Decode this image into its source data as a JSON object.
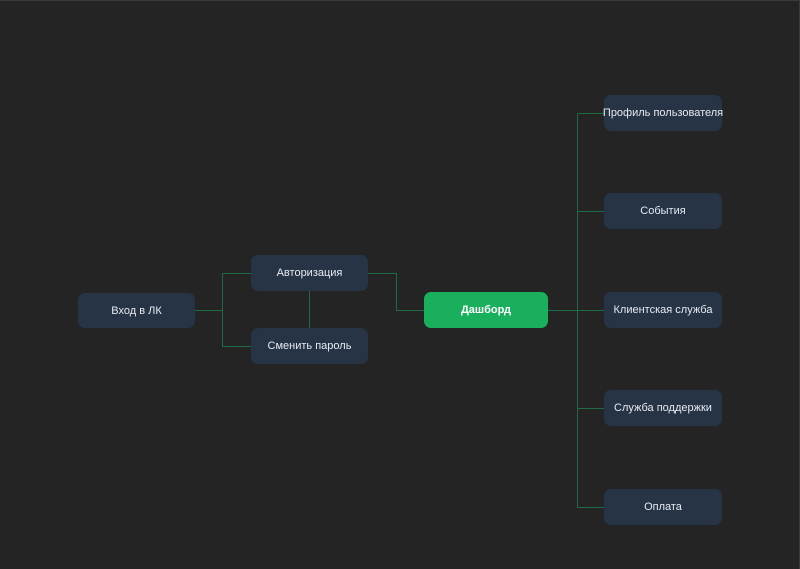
{
  "colors": {
    "background": "#242424",
    "node_fill": "#263446",
    "primary_fill": "#1aaf5d",
    "connector": "#1f6b45",
    "text": "#e6ebf1"
  },
  "nodes": {
    "login": "Вход в ЛК",
    "auth": "Авторизация",
    "change_password": "Сменить пароль",
    "dashboard": "Дашборд",
    "profile": "Профиль пользователя",
    "events": "События",
    "client_service": "Клиентская служба",
    "support": "Служба поддержки",
    "payment": "Оплата"
  }
}
